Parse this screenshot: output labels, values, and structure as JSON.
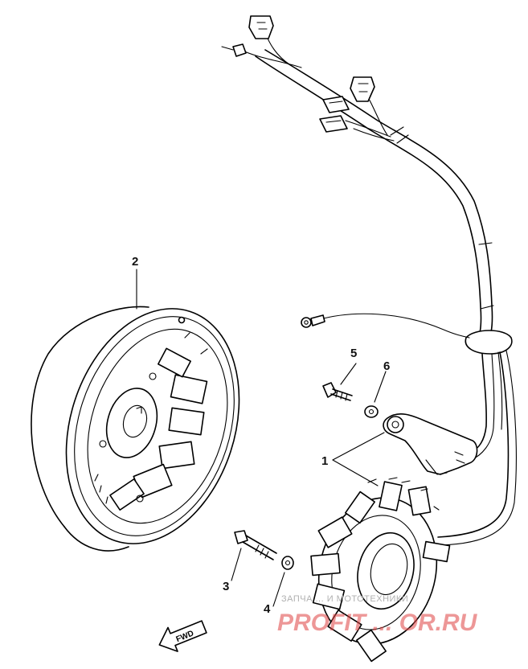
{
  "diagram": {
    "callouts": {
      "c1": "1",
      "c2": "2",
      "c3": "3",
      "c4": "4",
      "c5": "5",
      "c6": "6"
    },
    "fwd_label": "FWD"
  },
  "watermark": {
    "tagline": "ЗАПЧА ... И МОТОТЕХНИКИ",
    "brand": "PROFIT ... OR.RU",
    "brand_color": "#e04343"
  }
}
